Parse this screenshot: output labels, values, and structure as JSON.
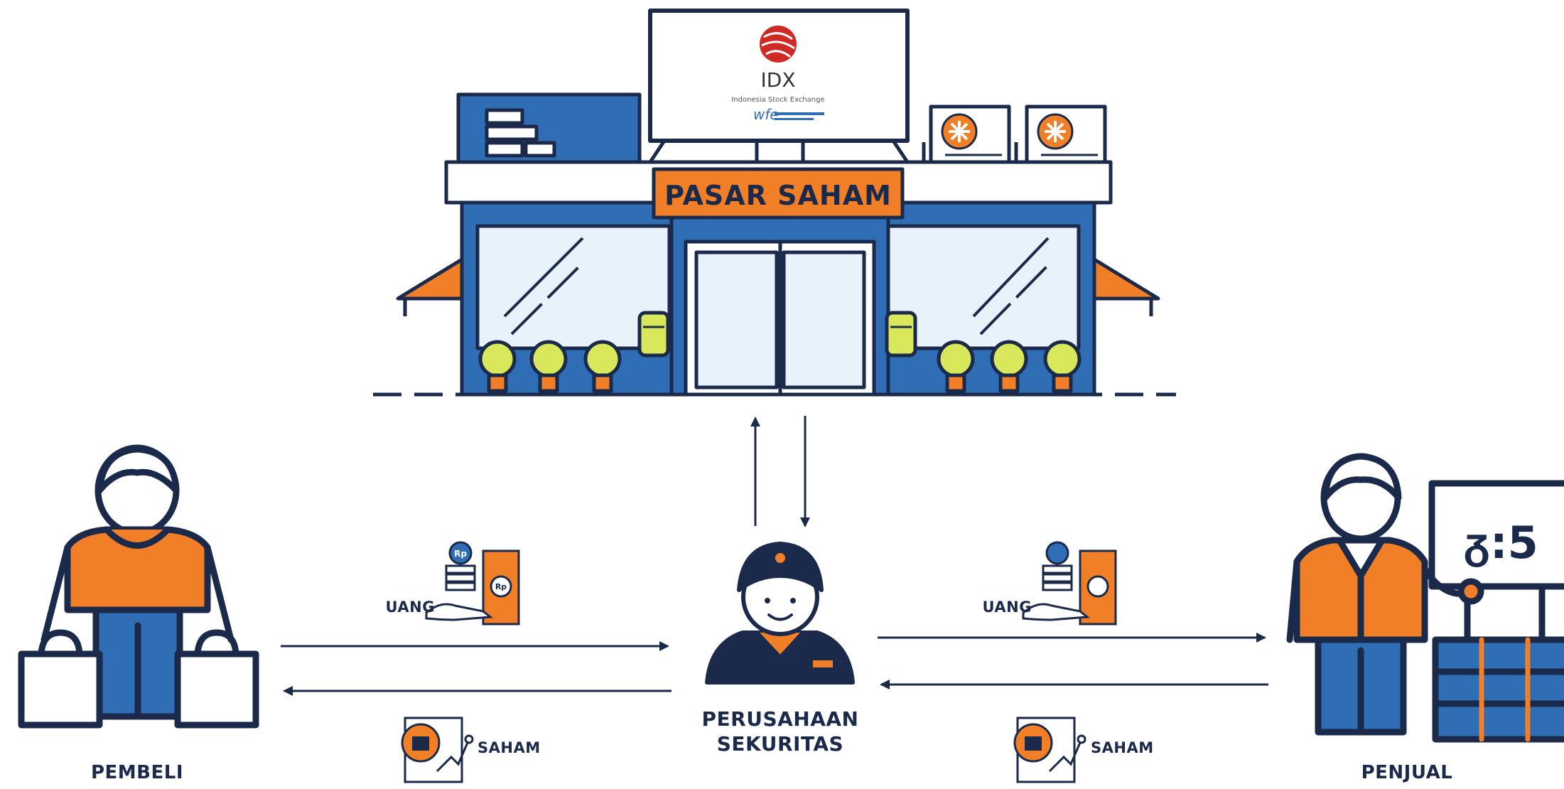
{
  "store": {
    "sign": "PASAR SAHAM",
    "billboard_logo": "IDX",
    "billboard_tagline": "Indonesia Stock Exchange"
  },
  "actors": {
    "buyer": "PEMBELI",
    "broker_line1": "PERUSAHAAN",
    "broker_line2": "SEKURITAS",
    "seller": "PENJUAL"
  },
  "flows": {
    "money_left": "UANG",
    "money_right": "UANG",
    "stock_left": "SAHAM",
    "stock_right": "SAHAM",
    "coin_label": "Rp",
    "note_label": "Rp"
  },
  "seller_board": "ᵹ:5",
  "colors": {
    "navy": "#1b2a4a",
    "blue": "#2f6db5",
    "orange": "#f07f27",
    "yellow": "#d9e85a",
    "light_blue": "#e8f2fb"
  }
}
